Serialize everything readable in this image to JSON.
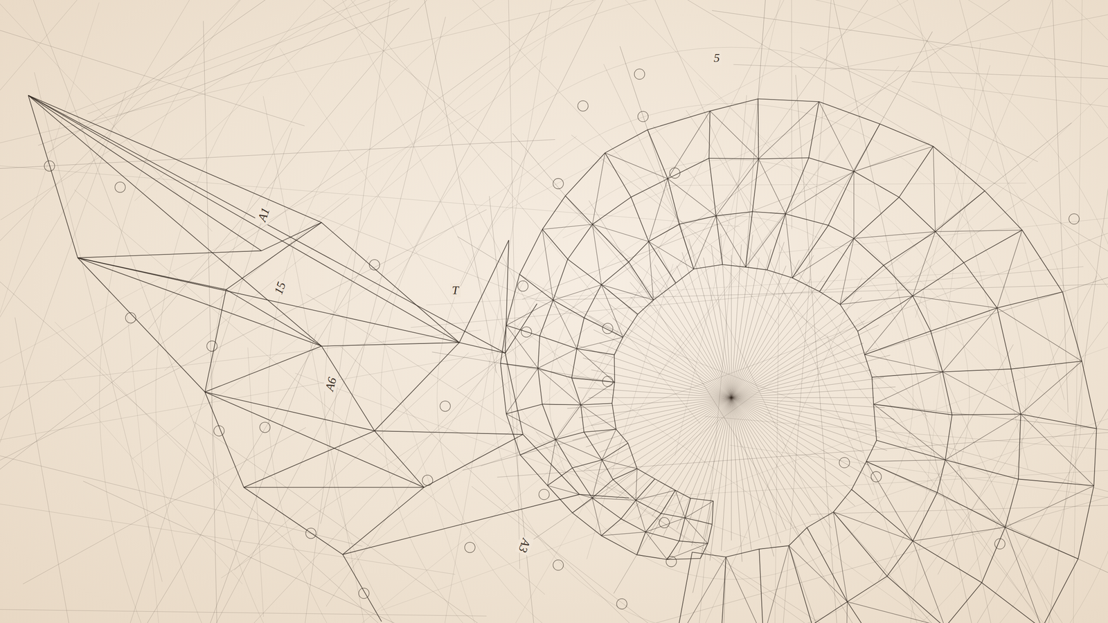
{
  "diagram": {
    "labels": [
      "15",
      "A1",
      "A6",
      "T",
      "5",
      "A3"
    ]
  }
}
